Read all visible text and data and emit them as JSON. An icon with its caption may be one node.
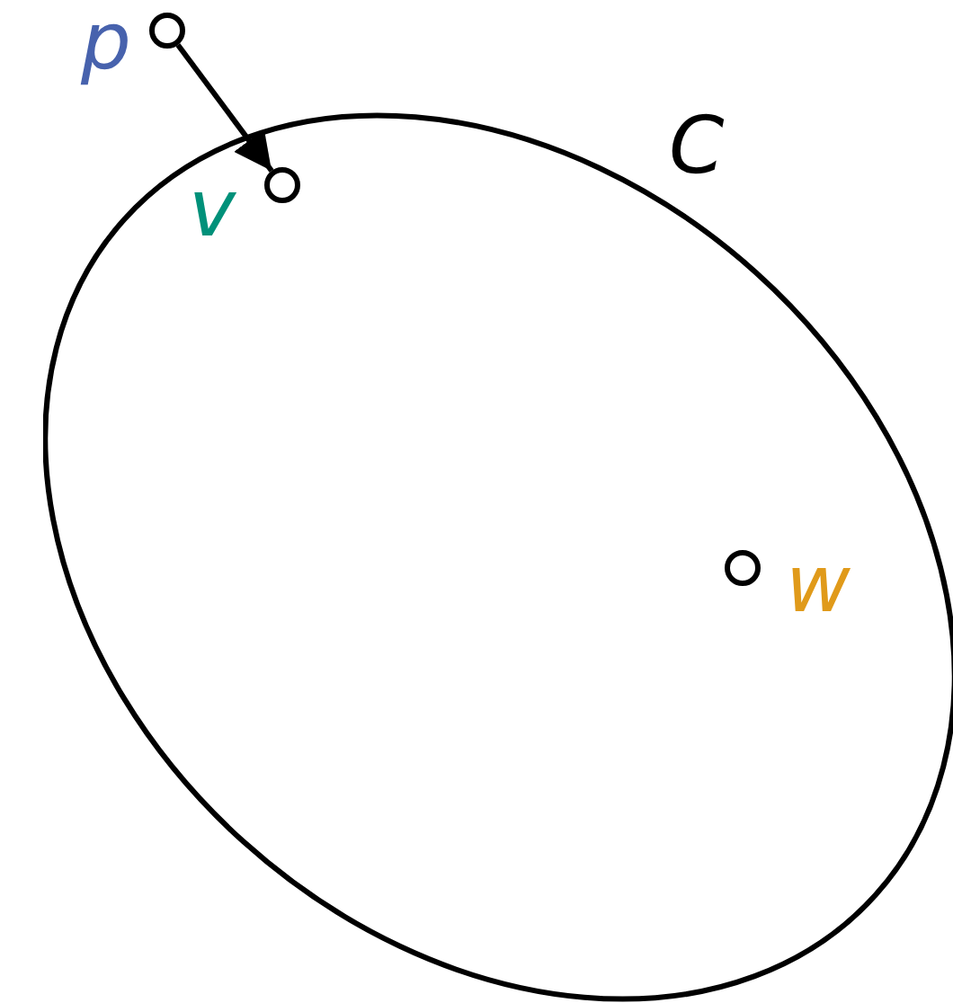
{
  "diagram": {
    "nodes": [
      {
        "text": [],
        "shape": "circle",
        "beside": [
          "p"
        ]
      },
      {
        "text": [
          "C"
        ]
      },
      {
        "text": [],
        "shape": "circle",
        "beside": [
          "v"
        ],
        "in": 1
      },
      {
        "text": [],
        "shape": "circle",
        "beside": [
          "w"
        ],
        "in": 1
      }
    ],
    "edges": [
      {
        "from": 0,
        "to": 2,
        "arrow": "to"
      }
    ]
  }
}
